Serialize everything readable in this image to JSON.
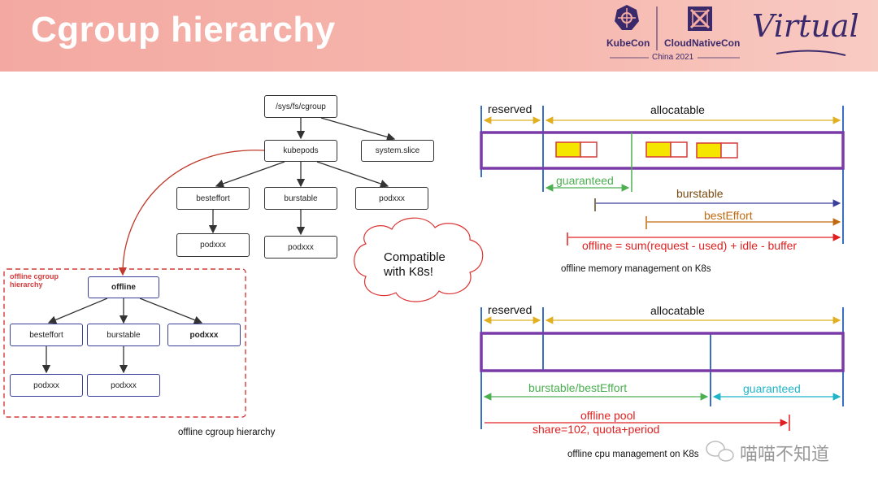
{
  "header": {
    "title": "Cgroup hierarchy",
    "kubecon": "KubeCon",
    "cloudnativecon": "CloudNativeCon",
    "china": "China 2021",
    "virtual": "Virtual",
    "brand_color": "#3b2a6b",
    "bg_color": "#f4aba2"
  },
  "tree": {
    "root": "/sys/fs/cgroup",
    "kubepods": "kubepods",
    "system_slice": "system.slice",
    "besteffort": "besteffort",
    "burstable": "burstable",
    "podxxx": "podxxx",
    "pod_a": "podxxx",
    "pod_b": "podxxx"
  },
  "offline_tree": {
    "box_label": "offline cgroup hierarchy",
    "offline": "offline",
    "besteffort": "besteffort",
    "burstable": "burstable",
    "podxxx": "podxxx",
    "pod_a": "podxxx",
    "pod_b": "podxxx",
    "caption": "offline cgroup hierarchy"
  },
  "cloud": {
    "text_line1": "Compatible",
    "text_line2": "with K8s!"
  },
  "memory": {
    "reserved": "reserved",
    "allocatable": "allocatable",
    "guaranteed": "guaranteed",
    "burstable": "burstable",
    "besteffort": "bestEffort",
    "offline": "offline = sum(request - used) + idle - buffer",
    "caption": "offline memory management on K8s"
  },
  "cpu": {
    "reserved": "reserved",
    "allocatable": "allocatable",
    "burstable_besteffort": "burstable/bestEffort",
    "guaranteed": "guaranteed",
    "offline_pool": "offline pool",
    "share": "share=102,  quota+period",
    "caption": "offline cpu management on K8s"
  },
  "watermark": "喵喵不知道"
}
